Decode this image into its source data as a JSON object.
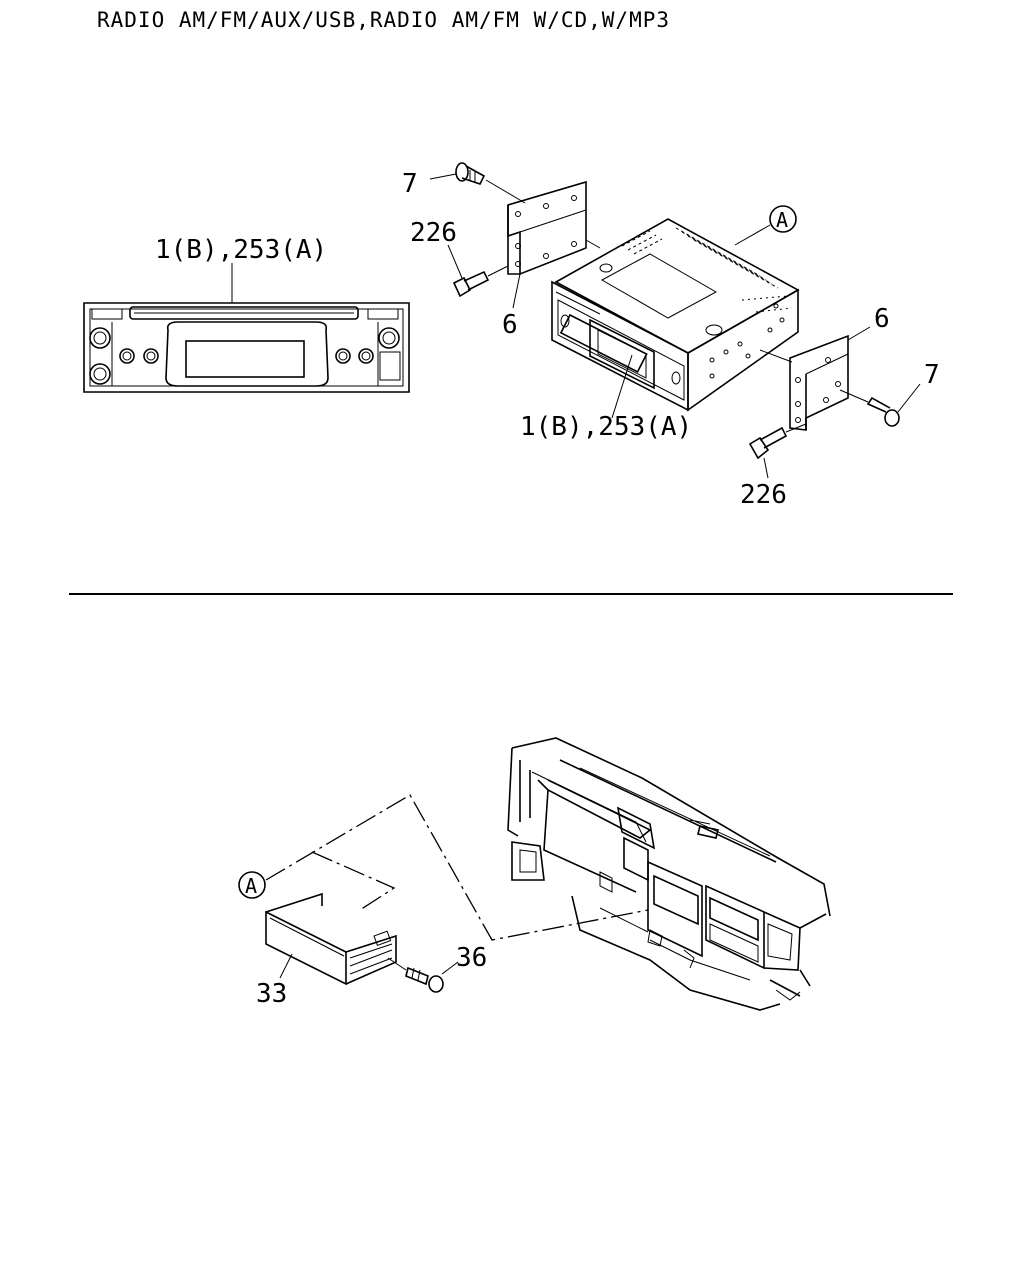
{
  "title": "RADIO AM/FM/AUX/USB,RADIO AM/FM W/CD,W/MP3",
  "callouts": {
    "front_radio": "1(B),253(A)",
    "unit_radio": "1(B),253(A)",
    "screw_7_left": "7",
    "screw_7_right": "7",
    "bolt_226_left": "226",
    "bolt_226_right": "226",
    "bracket_6_left": "6",
    "bracket_6_right": "6",
    "ref_a_top": "A",
    "ref_a_bottom": "A",
    "pocket_33": "33",
    "screw_36": "36"
  }
}
